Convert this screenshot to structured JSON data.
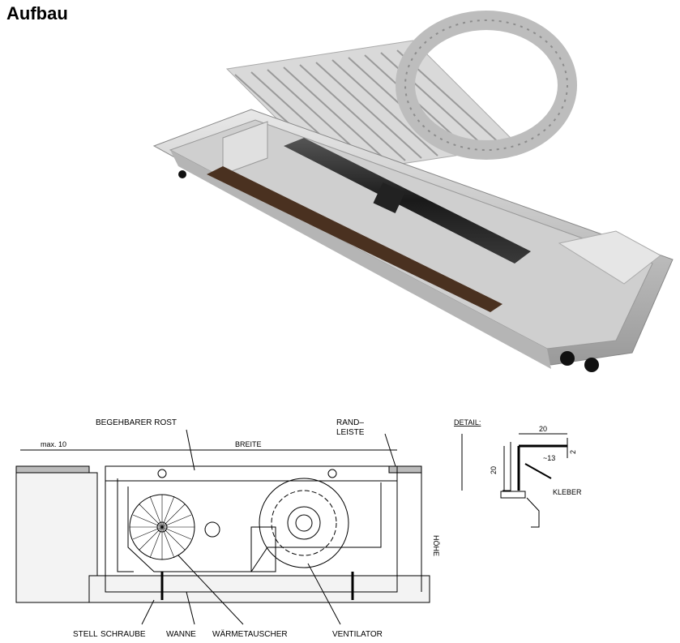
{
  "heading": "Aufbau",
  "product_render": {
    "icon": "floor-convector-render"
  },
  "cross_section": {
    "labels": {
      "grate": "BEGEHBARER ROST",
      "edge_strip": "RAND–\nLEISTE",
      "max": "max. 10",
      "width": "BREITE",
      "height": "HÖHE",
      "adjust_screw_prefix": "STELL",
      "adjust_screw_suffix": "SCHRAUBE",
      "trough": "WANNE",
      "heat_exchanger": "WÄRMETAUSCHER",
      "fan": "VENTILATOR"
    }
  },
  "detail": {
    "label": "DETAIL:",
    "dim_20_top": "20",
    "dim_20_side": "20",
    "dim_13": "~13",
    "dim_2": "2",
    "glue": "KLEBER"
  }
}
